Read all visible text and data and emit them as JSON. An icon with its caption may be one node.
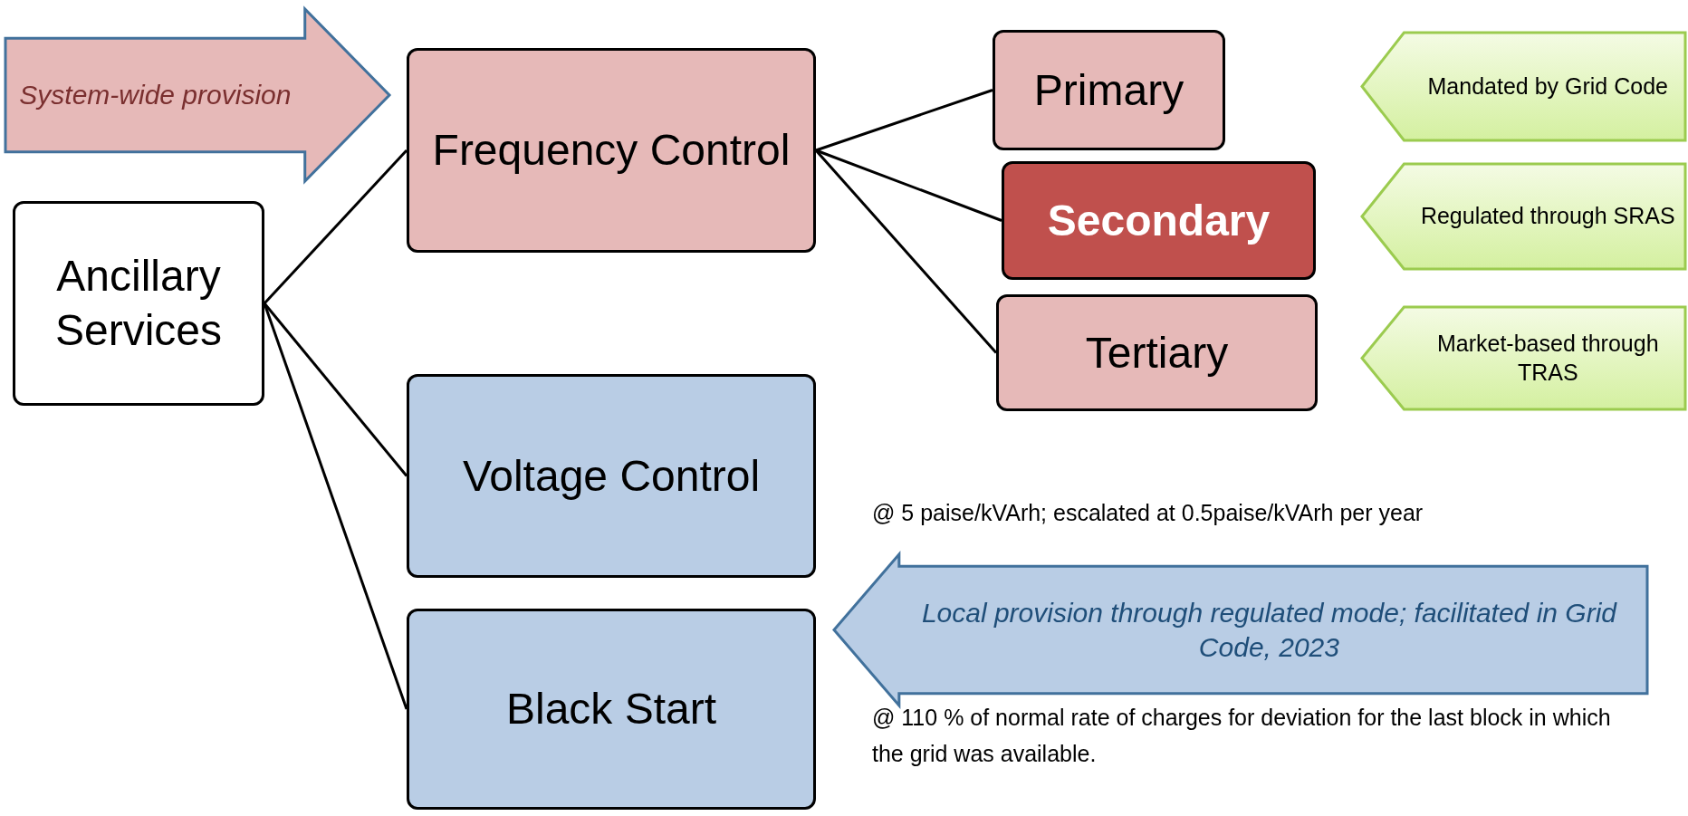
{
  "diagram": {
    "nodes": [
      {
        "text": [
          "System-wide provision"
        ]
      },
      {
        "text": [
          "Ancillary Services"
        ]
      },
      {
        "text": [
          "Frequency Control"
        ]
      },
      {
        "text": [
          "Primary"
        ]
      },
      {
        "text": [
          "Secondary"
        ]
      },
      {
        "text": [
          "Tertiary"
        ]
      },
      {
        "text": [
          "Mandated by Grid Code"
        ]
      },
      {
        "text": [
          "Regulated through SRAS"
        ]
      },
      {
        "text": [
          "Market-based through TRAS"
        ]
      },
      {
        "text": [
          "Voltage Control"
        ]
      },
      {
        "text": [
          "Black Start"
        ]
      },
      {
        "text": [
          "Local provision through regulated mode; facilitated in Grid Code, 2023"
        ]
      }
    ],
    "edges": [
      {
        "from": 1,
        "to": 2,
        "arrow": "none"
      },
      {
        "from": 1,
        "to": 9,
        "arrow": "none"
      },
      {
        "from": 1,
        "to": 10,
        "arrow": "none"
      },
      {
        "from": 2,
        "to": 3,
        "arrow": "none"
      },
      {
        "from": 2,
        "to": 4,
        "arrow": "none"
      },
      {
        "from": 2,
        "to": 5,
        "arrow": "none"
      }
    ],
    "labels": [
      "@ 5 paise/kVArh; escalated at 0.5paise/kVArh per year",
      "@ 110 % of normal rate of charges for deviation for the last block in which the grid was available."
    ]
  }
}
